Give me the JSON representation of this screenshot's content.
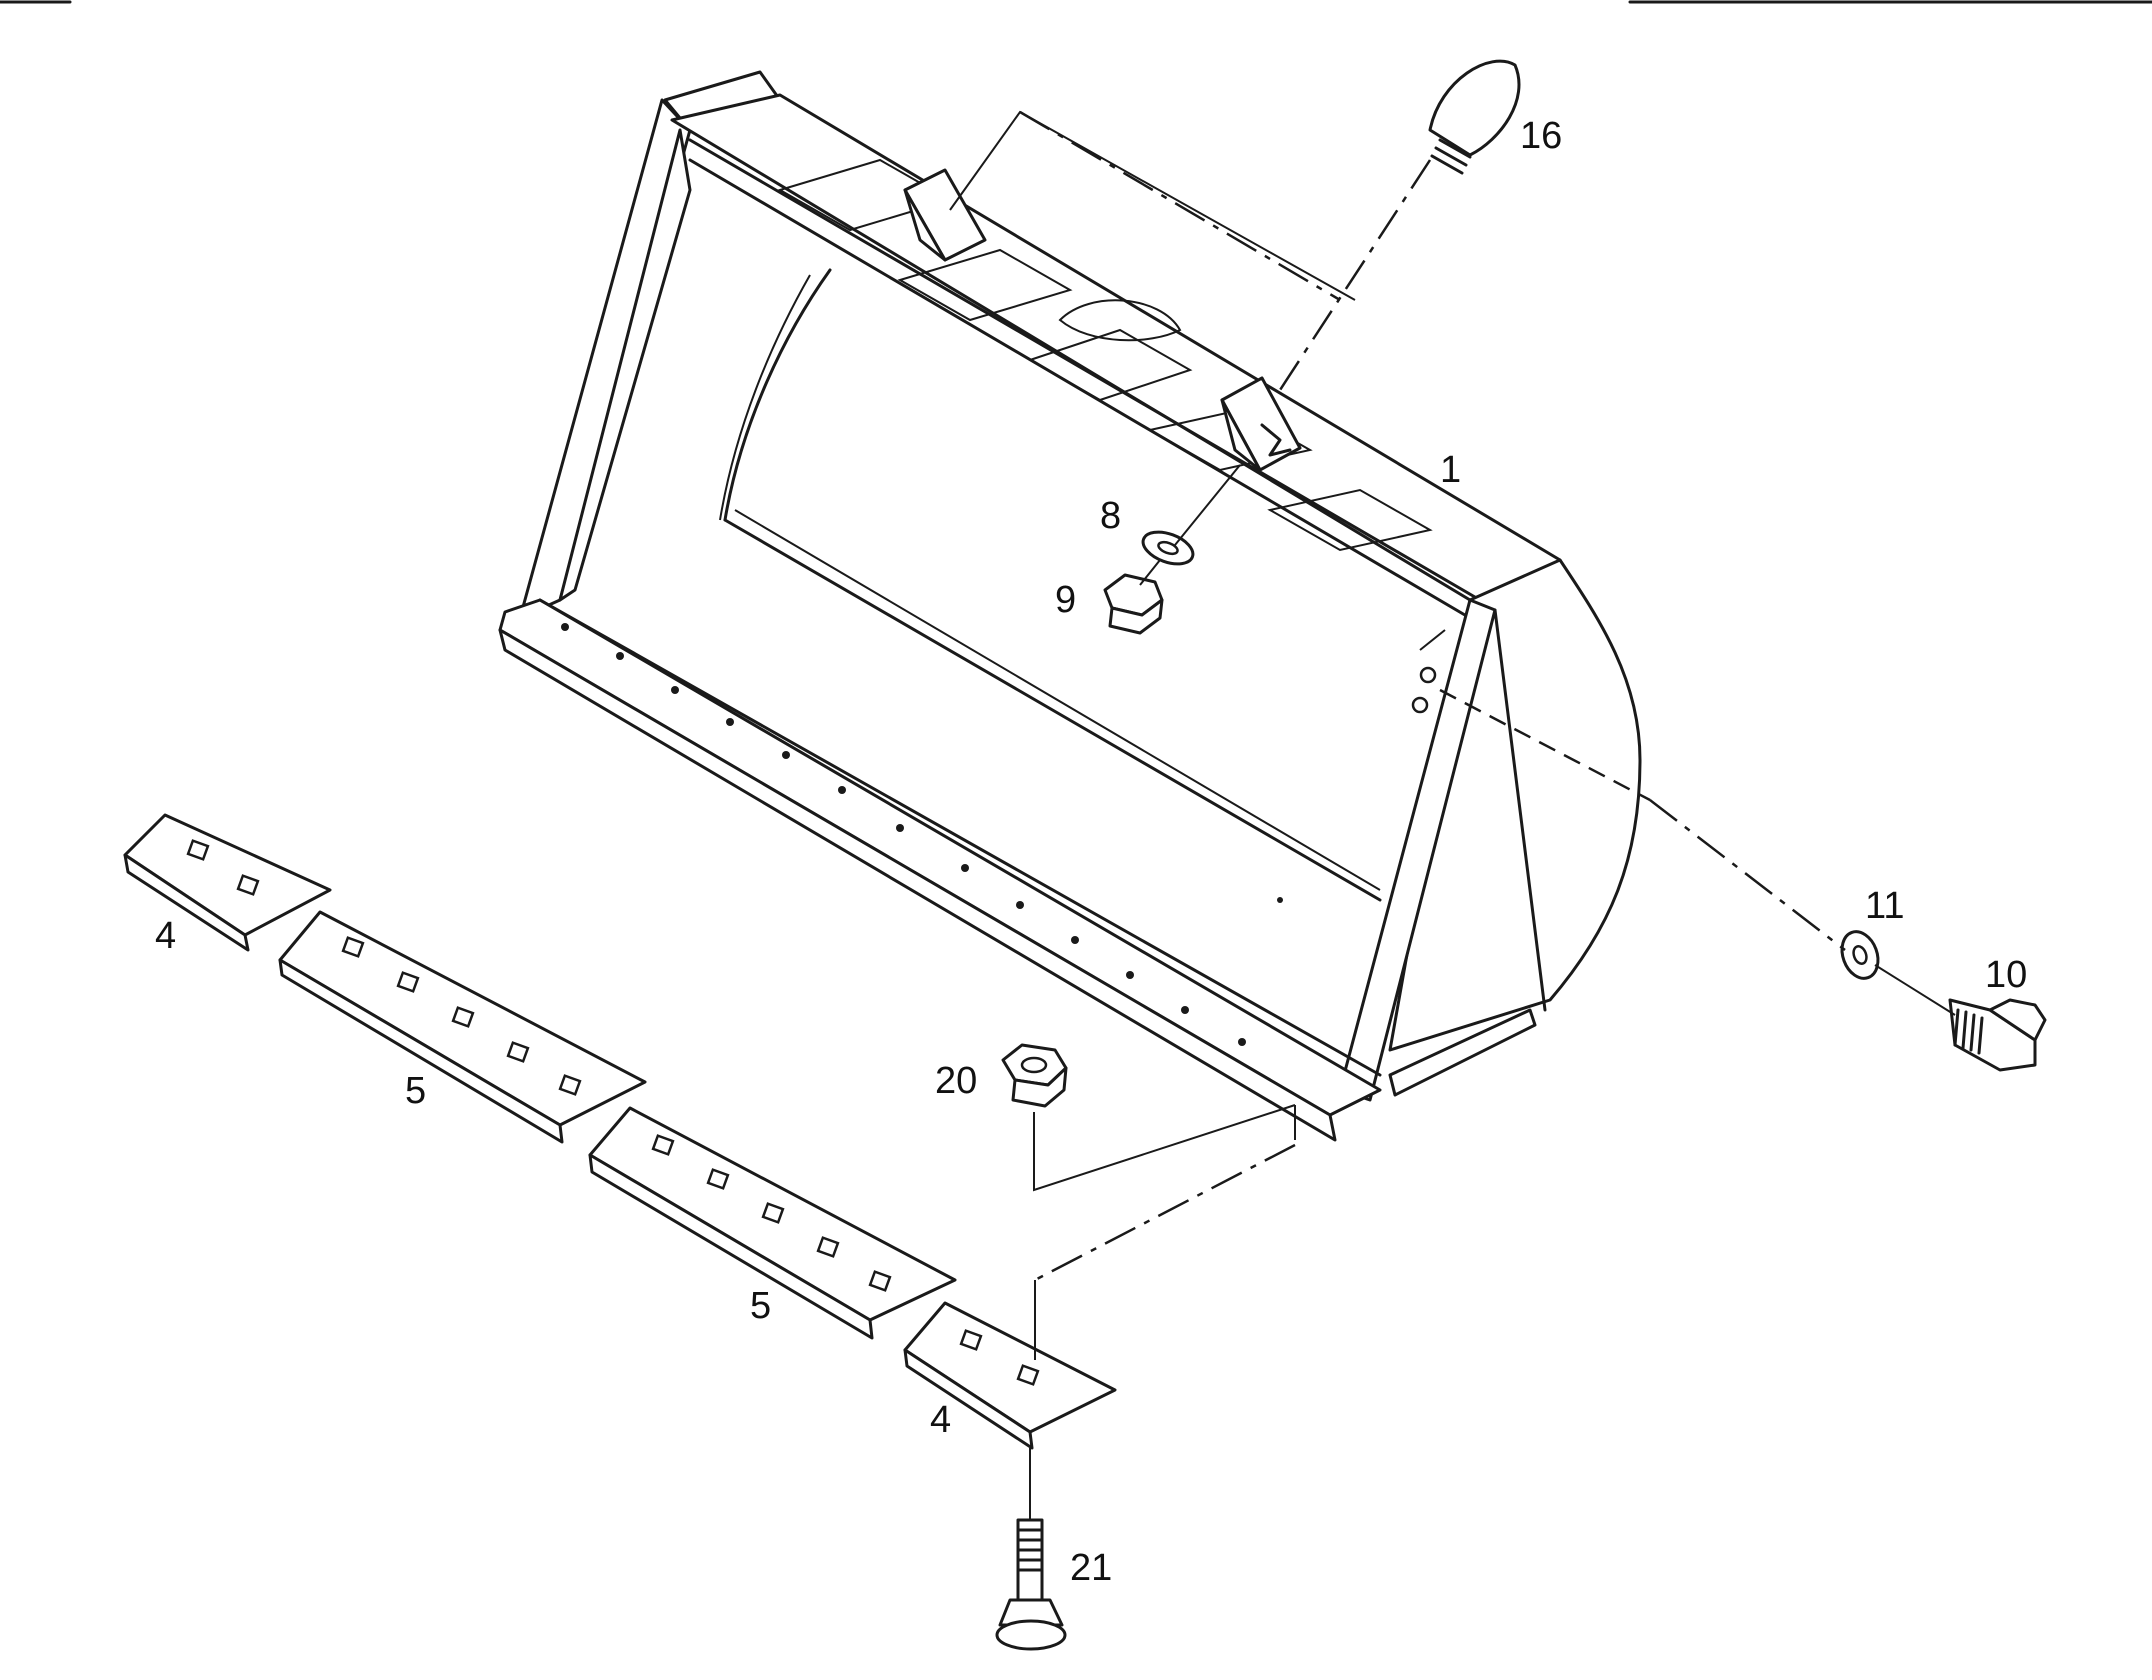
{
  "callouts": {
    "bucket": "1",
    "cutting_edge_end_left": "4",
    "cutting_edge_end_right": "4",
    "cutting_edge_mid_left": "5",
    "cutting_edge_mid_right": "5",
    "washer_top": "8",
    "nut_top": "9",
    "bolt_side": "10",
    "washer_side": "11",
    "bolt_plug": "16",
    "nut_edge": "20",
    "bolt_edge": "21"
  },
  "colors": {
    "ink": "#1a1a1a",
    "paper": "#ffffff"
  }
}
